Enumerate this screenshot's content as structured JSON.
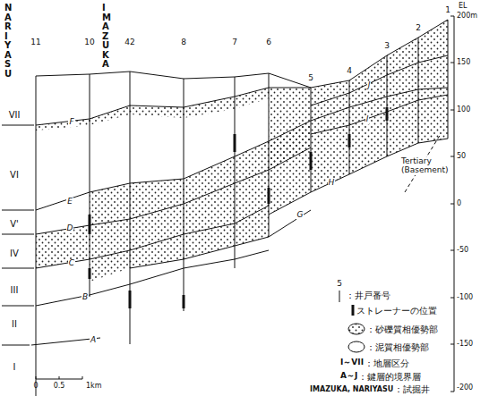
{
  "diagram": {
    "labels": [
      "NARIYASU",
      "IMAZUKA",
      "11",
      "10",
      "42",
      "8",
      "7",
      "6",
      "5",
      "4",
      "3",
      "2",
      "1",
      "VII",
      "VI",
      "V'",
      "IV",
      "III",
      "II",
      "I",
      "A",
      "B",
      "C",
      "D",
      "E",
      "F",
      "G",
      "H",
      "I",
      "J",
      "Tertiary (Basement)",
      "EL",
      "200m",
      "150",
      "100",
      "50",
      "0",
      "-50",
      "-100",
      "-150",
      "-200",
      "5",
      "I～VII",
      "A～J",
      "IMAZUKA, NARIYASU",
      "0",
      "0.5",
      "1km"
    ],
    "legend": [
      {
        "text": "：井戸番号"
      },
      {
        "text": "ストレーナーの位置"
      },
      {
        "text": "：砂礫質相優勢部"
      },
      {
        "text": "：泥質相優勢部"
      },
      {
        "text": "：地層区分"
      },
      {
        "text": "：鍵層的境界層"
      },
      {
        "text": "：試掘井"
      }
    ]
  }
}
